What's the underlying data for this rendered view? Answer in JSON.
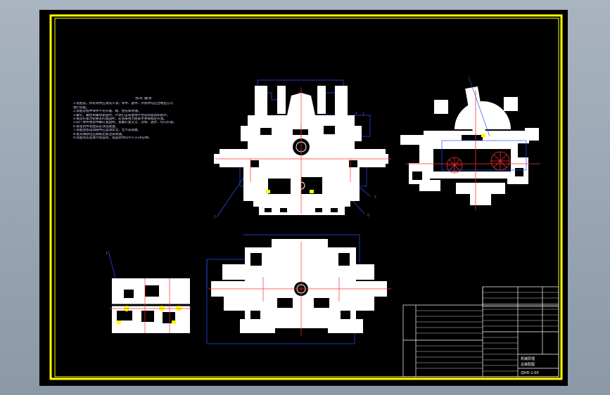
{
  "tech_notes": {
    "title": "技术 要求",
    "lines": [
      "1.装配前，所有零件应清洗干净。零件、部件、外购件均应合格后方可",
      "  进行装配。",
      "2.装配过程中零件不允许磕、碰、划伤和锈蚀。",
      "3.螺钉、螺栓和螺母紧固时，严禁打击或使用不合适的旋具和扳手。",
      "4.规定拧紧力矩要求的紧固件，必须采用力矩扳手并按规定拧紧。",
      "5.同一零件用多件螺钉紧固时，各螺钉需交叉、对称、逐步、均匀拧紧。",
      "6.各密封件装配前必须浸透油。",
      "7.装配后各运动部件应运动灵活，无卡滞现象。",
      "8.各润滑部位应按规定加注润滑油。",
      "9.装配完毕后进行试运转，试运转时间不少于30分钟。"
    ]
  },
  "title_block": {
    "company": "机械原理",
    "drawing_name": "总装配图",
    "drawing_no": "ZJHD-1-00"
  },
  "colors": {
    "background": "#000000",
    "frame": "#ffff00",
    "outline": "#ffffff",
    "centerline": "#ff3030",
    "dimension": "#3050ff",
    "highlight": "#ffff00"
  }
}
